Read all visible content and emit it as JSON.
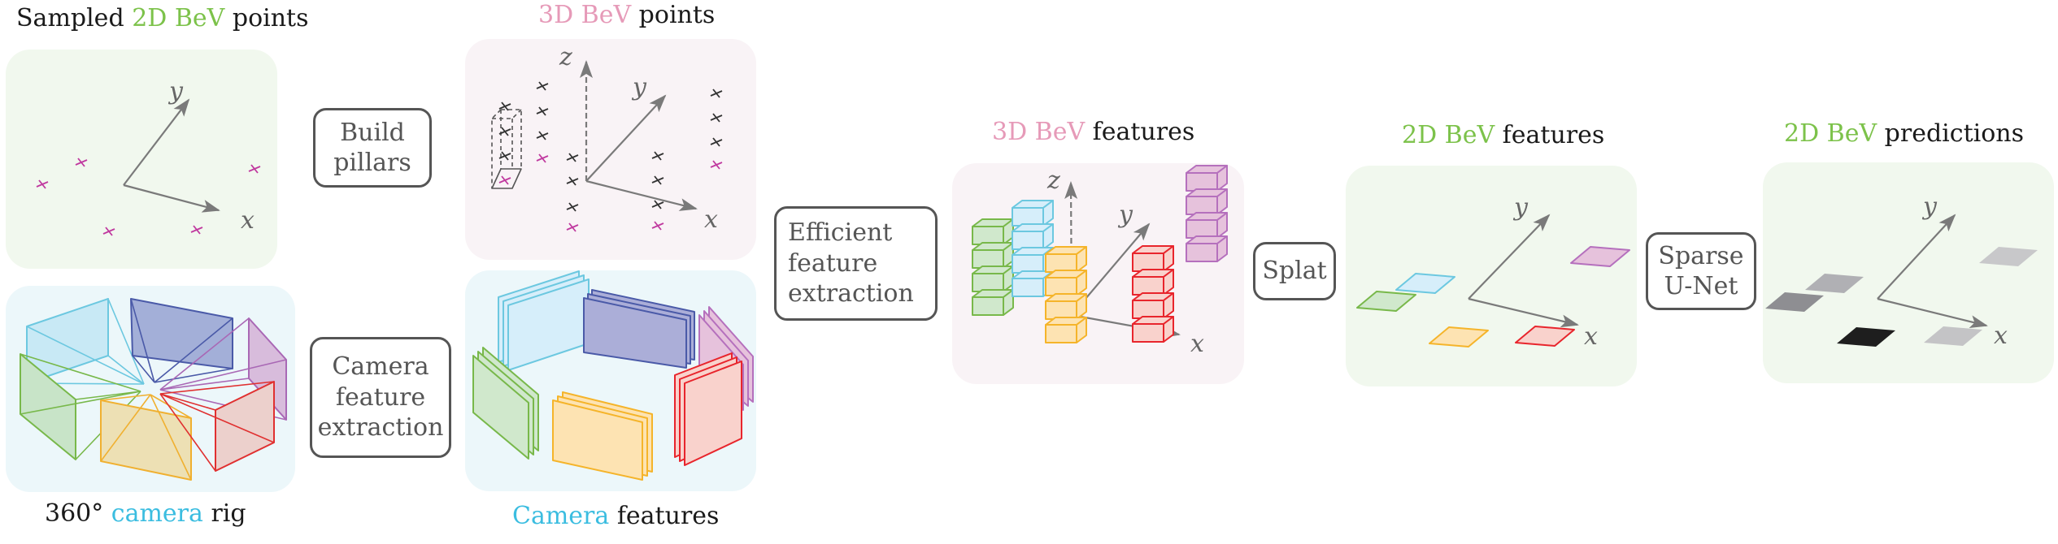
{
  "colors": {
    "green_text": "#7cc24a",
    "pink_text": "#e69ab8",
    "cyan_text": "#3bbde0",
    "dark_text": "#1a1a1a",
    "box_text": "#555555",
    "panel_green": "#f1f8ee",
    "panel_pink": "#f9f3f6",
    "panel_cyan": "#ecf7fa",
    "axis": "#7a7a7a",
    "point_black": "#333333",
    "point_magenta": "#c0399f"
  },
  "titles": {
    "sampled_2d": {
      "accent": "2D BeV",
      "pre": "Sampled ",
      "post": " points"
    },
    "points_3d": {
      "accent": "3D BeV",
      "post": " points"
    },
    "camera_rig": {
      "pre": "360° ",
      "accent": "camera",
      "post": " rig"
    },
    "camera_features": {
      "accent": "Camera",
      "post": " features"
    },
    "features_3d": {
      "accent": "3D BeV",
      "post": " features"
    },
    "features_2d": {
      "accent": "2D BeV",
      "post": " features"
    },
    "predictions_2d": {
      "accent": "2D BeV",
      "post": " predictions"
    }
  },
  "steps": {
    "build_pillars": [
      "Build",
      "pillars"
    ],
    "camera_feature_extraction": [
      "Camera",
      "feature",
      "extraction"
    ],
    "efficient_feature_extraction": [
      "Efficient",
      "feature",
      "extraction"
    ],
    "splat": [
      "Splat"
    ],
    "sparse_unet": [
      "Sparse",
      "U-Net"
    ]
  },
  "axes": {
    "x": "x",
    "y": "y",
    "z": "z"
  },
  "camera_colors": [
    {
      "name": "cyan",
      "stroke": "#6cc8e0",
      "fill": "#c8e9f5"
    },
    {
      "name": "blue",
      "stroke": "#4a5aa8",
      "fill": "#a3afd8"
    },
    {
      "name": "purple",
      "stroke": "#a968b5",
      "fill": "#d8bcdc"
    },
    {
      "name": "green",
      "stroke": "#78b84a",
      "fill": "#c8e4c8"
    },
    {
      "name": "yellow",
      "stroke": "#f0b030",
      "fill": "#ede0b4"
    },
    {
      "name": "red",
      "stroke": "#e03030",
      "fill": "#ecd0cc"
    }
  ],
  "feature_colors": [
    {
      "name": "green",
      "stroke": "#78b84a",
      "fill": "#d0e8cc"
    },
    {
      "name": "cyan",
      "stroke": "#6cc8e0",
      "fill": "#d6eefa"
    },
    {
      "name": "yellow",
      "stroke": "#f5b42a",
      "fill": "#fde3b2"
    },
    {
      "name": "red",
      "stroke": "#e8252c",
      "fill": "#f9d2cc"
    },
    {
      "name": "purple",
      "stroke": "#b570bd",
      "fill": "#e6c2dc"
    },
    {
      "name": "blue",
      "stroke": "#4a5aa8",
      "fill": "#abaed8"
    }
  ],
  "prediction_shades": [
    "#8e8e92",
    "#b0b0b4",
    "#1e1e1e",
    "#c4c4c6",
    "#c8c8ca"
  ]
}
